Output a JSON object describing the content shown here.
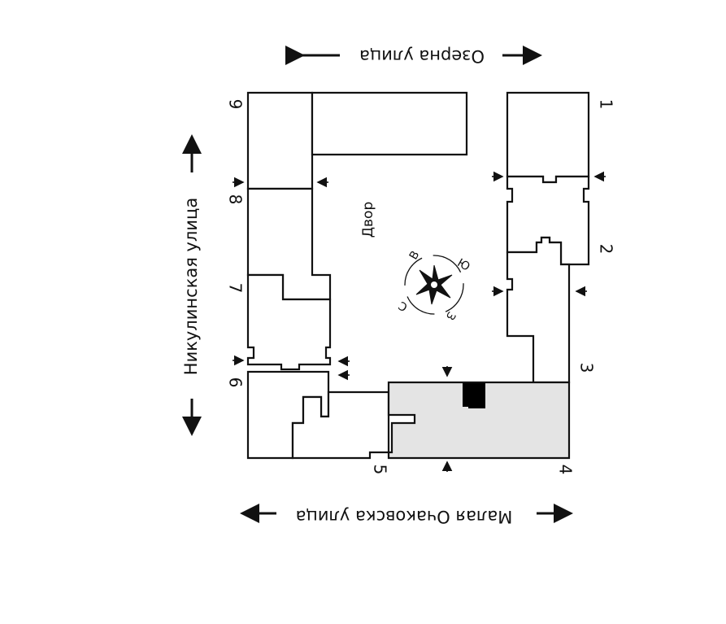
{
  "streets": {
    "top": "Озерна улица",
    "left": "Никулинская улица",
    "bottom": "Малая Очаковска улица"
  },
  "yard_label": "Двор",
  "compass": {
    "north": "С",
    "east": "В",
    "south": "Ю",
    "west": "З"
  },
  "building_numbers": [
    "1",
    "2",
    "3",
    "4",
    "5",
    "6",
    "7",
    "8",
    "9"
  ],
  "colors": {
    "line": "#111111",
    "highlight_building": "#e4e4e4",
    "marker": "#000000"
  },
  "icons": [
    "double-arrow-icon",
    "entrance-arrow-icon",
    "compass-rose-icon",
    "location-marker-icon"
  ]
}
